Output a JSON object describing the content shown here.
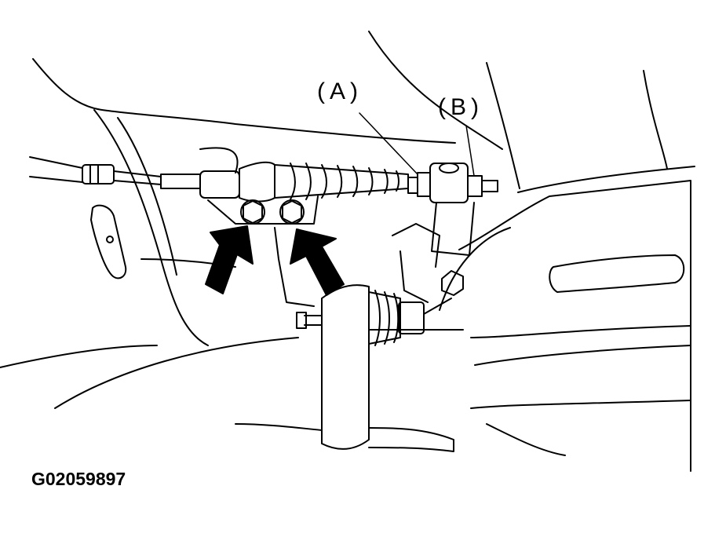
{
  "callouts": {
    "a": "(A)",
    "b": "(B)"
  },
  "figure_id": "G02059897",
  "colors": {
    "ink": "#000000",
    "paper": "#ffffff"
  },
  "icons": [
    "arrow-pointer-icon"
  ]
}
